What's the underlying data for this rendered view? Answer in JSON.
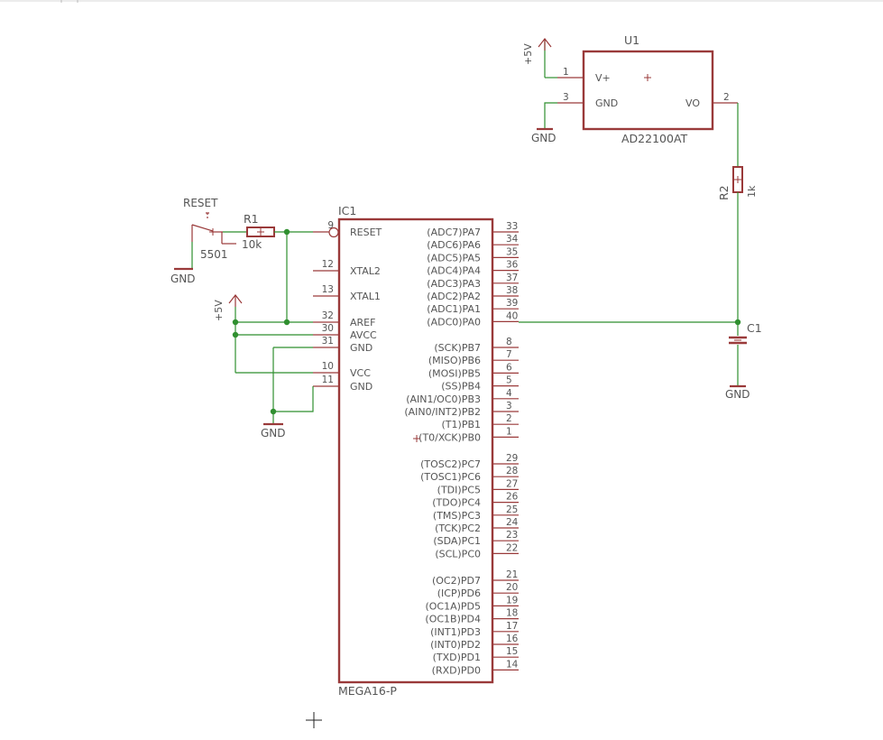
{
  "colors": {
    "wire": "#2f8f2f",
    "symbol": "#9a3a3a",
    "text": "#555555",
    "toolbar_line": "#d0d0d0"
  },
  "ic1": {
    "name": "IC1",
    "value": "MEGA16-P",
    "left_pins": [
      {
        "num": "9",
        "name": "RESET"
      },
      {
        "num": "12",
        "name": "XTAL2"
      },
      {
        "num": "13",
        "name": "XTAL1"
      },
      {
        "num": "32",
        "name": "AREF"
      },
      {
        "num": "30",
        "name": "AVCC"
      },
      {
        "num": "31",
        "name": "GND"
      },
      {
        "num": "10",
        "name": "VCC"
      },
      {
        "num": "11",
        "name": "GND"
      }
    ],
    "right_pins": [
      {
        "num": "33",
        "name": "(ADC7)PA7"
      },
      {
        "num": "34",
        "name": "(ADC6)PA6"
      },
      {
        "num": "35",
        "name": "(ADC5)PA5"
      },
      {
        "num": "36",
        "name": "(ADC4)PA4"
      },
      {
        "num": "37",
        "name": "(ADC3)PA3"
      },
      {
        "num": "38",
        "name": "(ADC2)PA2"
      },
      {
        "num": "39",
        "name": "(ADC1)PA1"
      },
      {
        "num": "40",
        "name": "(ADC0)PA0"
      },
      {
        "num": "8",
        "name": "(SCK)PB7"
      },
      {
        "num": "7",
        "name": "(MISO)PB6"
      },
      {
        "num": "6",
        "name": "(MOSI)PB5"
      },
      {
        "num": "5",
        "name": "(SS)PB4"
      },
      {
        "num": "4",
        "name": "(AIN1/OC0)PB3"
      },
      {
        "num": "3",
        "name": "(AIN0/INT2)PB2"
      },
      {
        "num": "2",
        "name": "(T1)PB1"
      },
      {
        "num": "1",
        "name": "(T0/XCK)PB0"
      },
      {
        "num": "29",
        "name": "(TOSC2)PC7"
      },
      {
        "num": "28",
        "name": "(TOSC1)PC6"
      },
      {
        "num": "27",
        "name": "(TDI)PC5"
      },
      {
        "num": "26",
        "name": "(TDO)PC4"
      },
      {
        "num": "25",
        "name": "(TMS)PC3"
      },
      {
        "num": "24",
        "name": "(TCK)PC2"
      },
      {
        "num": "23",
        "name": "(SDA)PC1"
      },
      {
        "num": "22",
        "name": "(SCL)PC0"
      },
      {
        "num": "21",
        "name": "(OC2)PD7"
      },
      {
        "num": "20",
        "name": "(ICP)PD6"
      },
      {
        "num": "19",
        "name": "(OC1A)PD5"
      },
      {
        "num": "18",
        "name": "(OC1B)PD4"
      },
      {
        "num": "17",
        "name": "(INT1)PD3"
      },
      {
        "num": "16",
        "name": "(INT0)PD2"
      },
      {
        "num": "15",
        "name": "(TXD)PD1"
      },
      {
        "num": "14",
        "name": "(RXD)PD0"
      }
    ]
  },
  "u1": {
    "name": "U1",
    "value": "AD22100AT",
    "pins": [
      {
        "num": "1",
        "name": "V+"
      },
      {
        "num": "3",
        "name": "GND"
      },
      {
        "num": "2",
        "name": "VO"
      }
    ]
  },
  "r1": {
    "name": "R1",
    "value": "10k"
  },
  "r2": {
    "name": "R2",
    "value": "1k"
  },
  "c1": {
    "name": "C1"
  },
  "switch": {
    "name": "RESET",
    "value": "5501"
  },
  "supply": {
    "vcc": "+5V",
    "gnd": "GND"
  }
}
